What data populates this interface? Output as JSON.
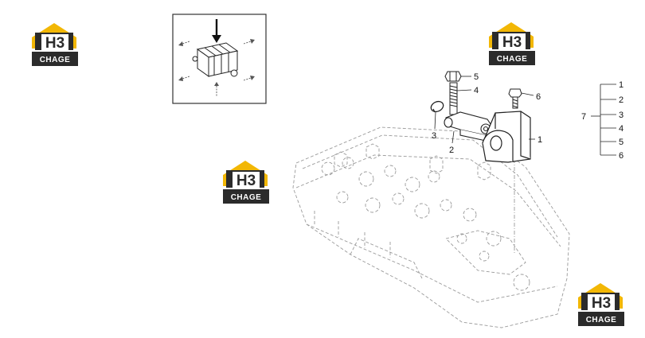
{
  "colors": {
    "logo_yellow": "#f2b705",
    "logo_dark": "#2b2b2b",
    "line": "#333333",
    "ghost": "#9a9a9a"
  },
  "watermark": {
    "top_text": "H3",
    "bottom_text": "CHAGE"
  },
  "callouts": {
    "item_1": "1",
    "item_2": "2",
    "item_3": "3",
    "item_4": "4",
    "item_5": "5",
    "item_6": "6"
  },
  "legend": {
    "group_label": "7",
    "items": [
      "1",
      "2",
      "3",
      "4",
      "5",
      "6"
    ]
  }
}
